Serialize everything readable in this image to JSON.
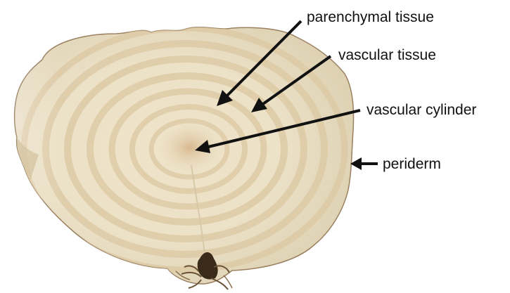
{
  "labels": {
    "parenchymal": "parenchymal tissue",
    "vascular_tissue": "vascular tissue",
    "vascular_cylinder": "vascular cylinder",
    "periderm": "periderm"
  },
  "colors": {
    "background": "#ffffff",
    "flesh_outer": "#e3d7bb",
    "flesh_inner": "#f1e9d4",
    "ring": "#d9c39b",
    "core": "#dfc29a",
    "skin_edge": "#8a6e4d",
    "arrow": "#111111",
    "root_dark": "#3a2a1a"
  },
  "icons": {
    "specimen": "beet-root-cross-section",
    "arrow": "label-arrow"
  }
}
